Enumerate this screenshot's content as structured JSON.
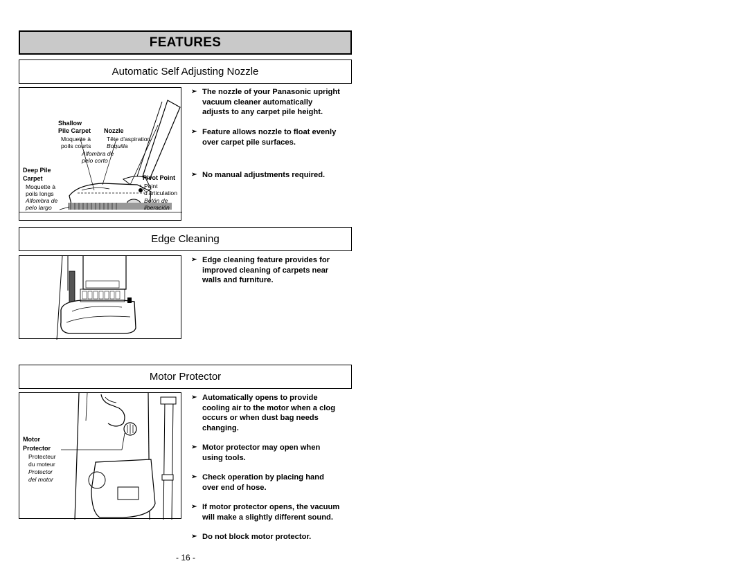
{
  "title": "FEATURES",
  "page_number": "- 16 -",
  "bullet_marker": "➢",
  "nozzle": {
    "heading": "Automatic Self Adjusting Nozzle",
    "labels": {
      "shallow1": "Shallow",
      "shallow2": "Pile Carpet",
      "shallow_fr1": "Moquette à",
      "shallow_fr2": "poils courts",
      "shallow_es1": "Alfombra de",
      "shallow_es2": "pelo corto",
      "nozzle": "Nozzle",
      "nozzle_fr": "Tête d'aspiration",
      "nozzle_es": "Boquilla",
      "deep1": "Deep Pile",
      "deep2": "Carpet",
      "deep_fr1": "Moquette à",
      "deep_fr2": "poils longs",
      "deep_es1": "Alfombra de",
      "deep_es2": "pelo largo",
      "pivot": "Pivot Point",
      "pivot_fr1": "Point",
      "pivot_fr2": "d'articulation",
      "pivot_es1": "Botón de",
      "pivot_es2": "liberación"
    },
    "bullets": [
      [
        "The nozzle of your Panasonic upright",
        "vacuum cleaner automatically",
        "adjusts to any carpet pile height."
      ],
      [
        "Feature allows nozzle to float evenly",
        "over carpet pile surfaces."
      ],
      [
        "No manual adjustments required."
      ]
    ]
  },
  "edge": {
    "heading": "Edge Cleaning",
    "bullets": [
      [
        "Edge cleaning feature provides for",
        "improved cleaning of carpets near",
        "walls and furniture."
      ]
    ]
  },
  "motor": {
    "heading": "Motor Protector",
    "labels": {
      "l1": "Motor",
      "l2": "Protector",
      "fr1": "Protecteur",
      "fr2": "du moteur",
      "es1": "Protector",
      "es2": "del motor"
    },
    "bullets": [
      [
        "Automatically opens to provide",
        "cooling air to the motor when a clog",
        "occurs or when dust bag needs",
        "changing."
      ],
      [
        "Motor protector may open when",
        "using tools."
      ],
      [
        "Check operation by placing hand",
        "over end of hose."
      ],
      [
        "If motor protector opens, the vacuum",
        "will make a slightly different sound."
      ],
      [
        "Do not block motor protector."
      ]
    ]
  }
}
